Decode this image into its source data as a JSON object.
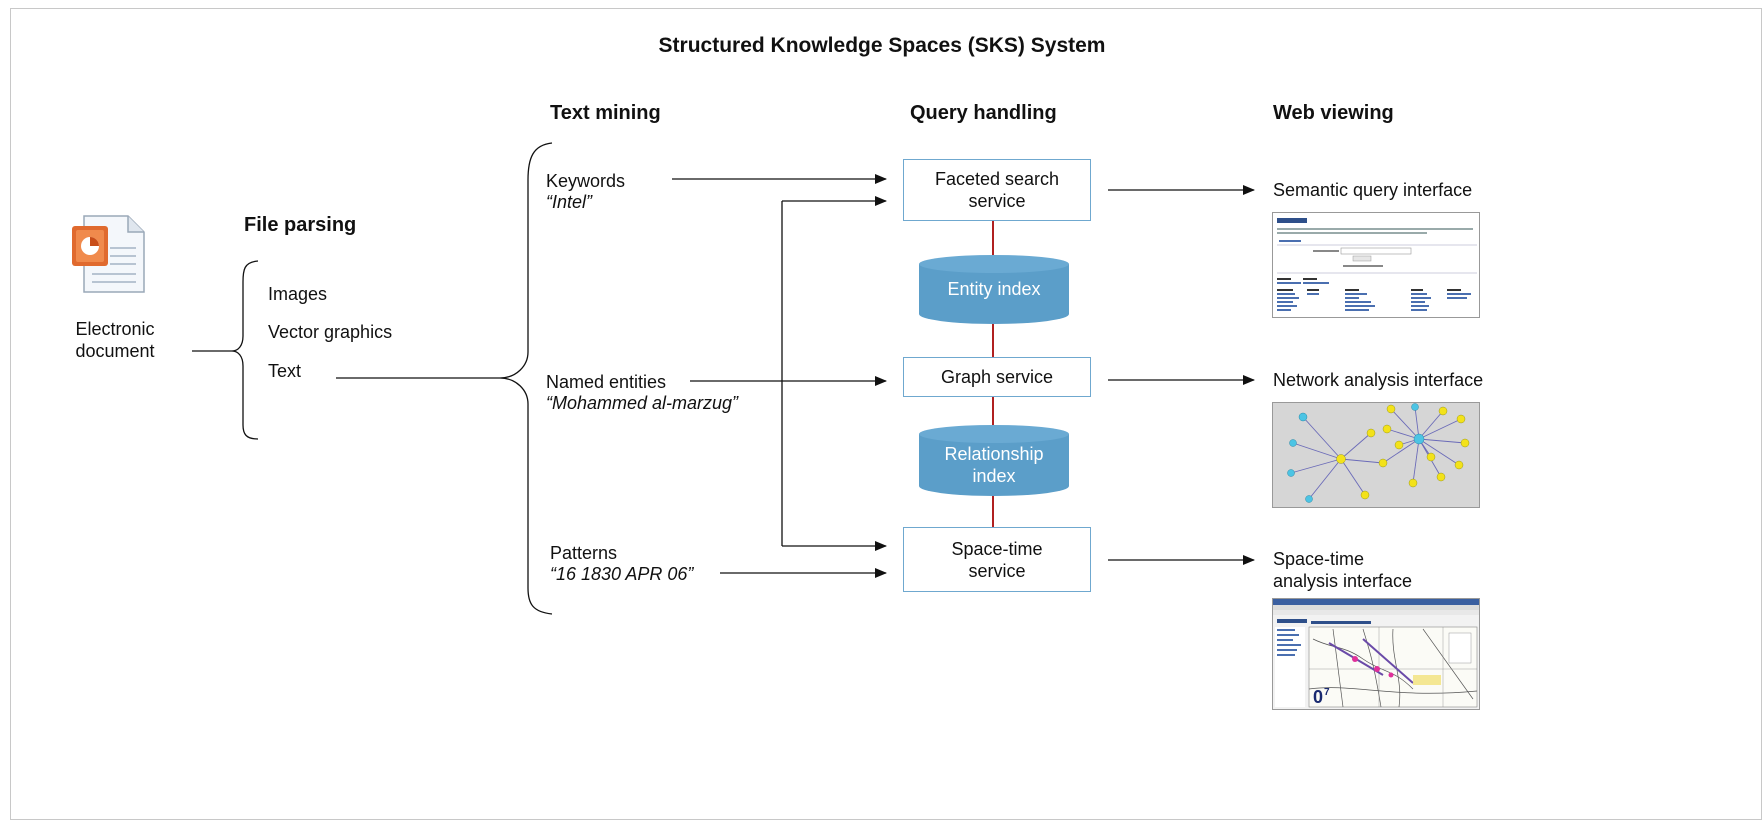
{
  "title": "Structured Knowledge Spaces (SKS) System",
  "headers": {
    "file_parsing": "File parsing",
    "text_mining": "Text mining",
    "query_handling": "Query handling",
    "web_viewing": "Web viewing"
  },
  "document": {
    "line1": "Electronic",
    "line2": "document",
    "icon": "document-icon"
  },
  "file_parsing_items": [
    "Images",
    "Vector graphics",
    "Text"
  ],
  "text_mining": {
    "keywords": {
      "label": "Keywords",
      "example": "“Intel”"
    },
    "named_entities": {
      "label": "Named entities",
      "example": "“Mohammed al-marzug”"
    },
    "patterns": {
      "label": "Patterns",
      "example": "“16 1830 APR 06”"
    }
  },
  "services": {
    "faceted": {
      "line1": "Faceted search",
      "line2": "service"
    },
    "graph": {
      "line1": "Graph service"
    },
    "spacetime": {
      "line1": "Space-time",
      "line2": "service"
    }
  },
  "indexes": {
    "entity": {
      "line1": "Entity index"
    },
    "relationship": {
      "line1": "Relationship",
      "line2": "index"
    }
  },
  "interfaces": {
    "semantic": {
      "line1": "Semantic query interface"
    },
    "network": {
      "line1": "Network analysis interface"
    },
    "spacetime": {
      "line1": "Space-time",
      "line2": "analysis interface"
    }
  },
  "colors": {
    "box_border": "#6fa8cf",
    "cylinder_fill": "#5b9ec9",
    "connector": "#b02020",
    "arrow": "#111111"
  }
}
